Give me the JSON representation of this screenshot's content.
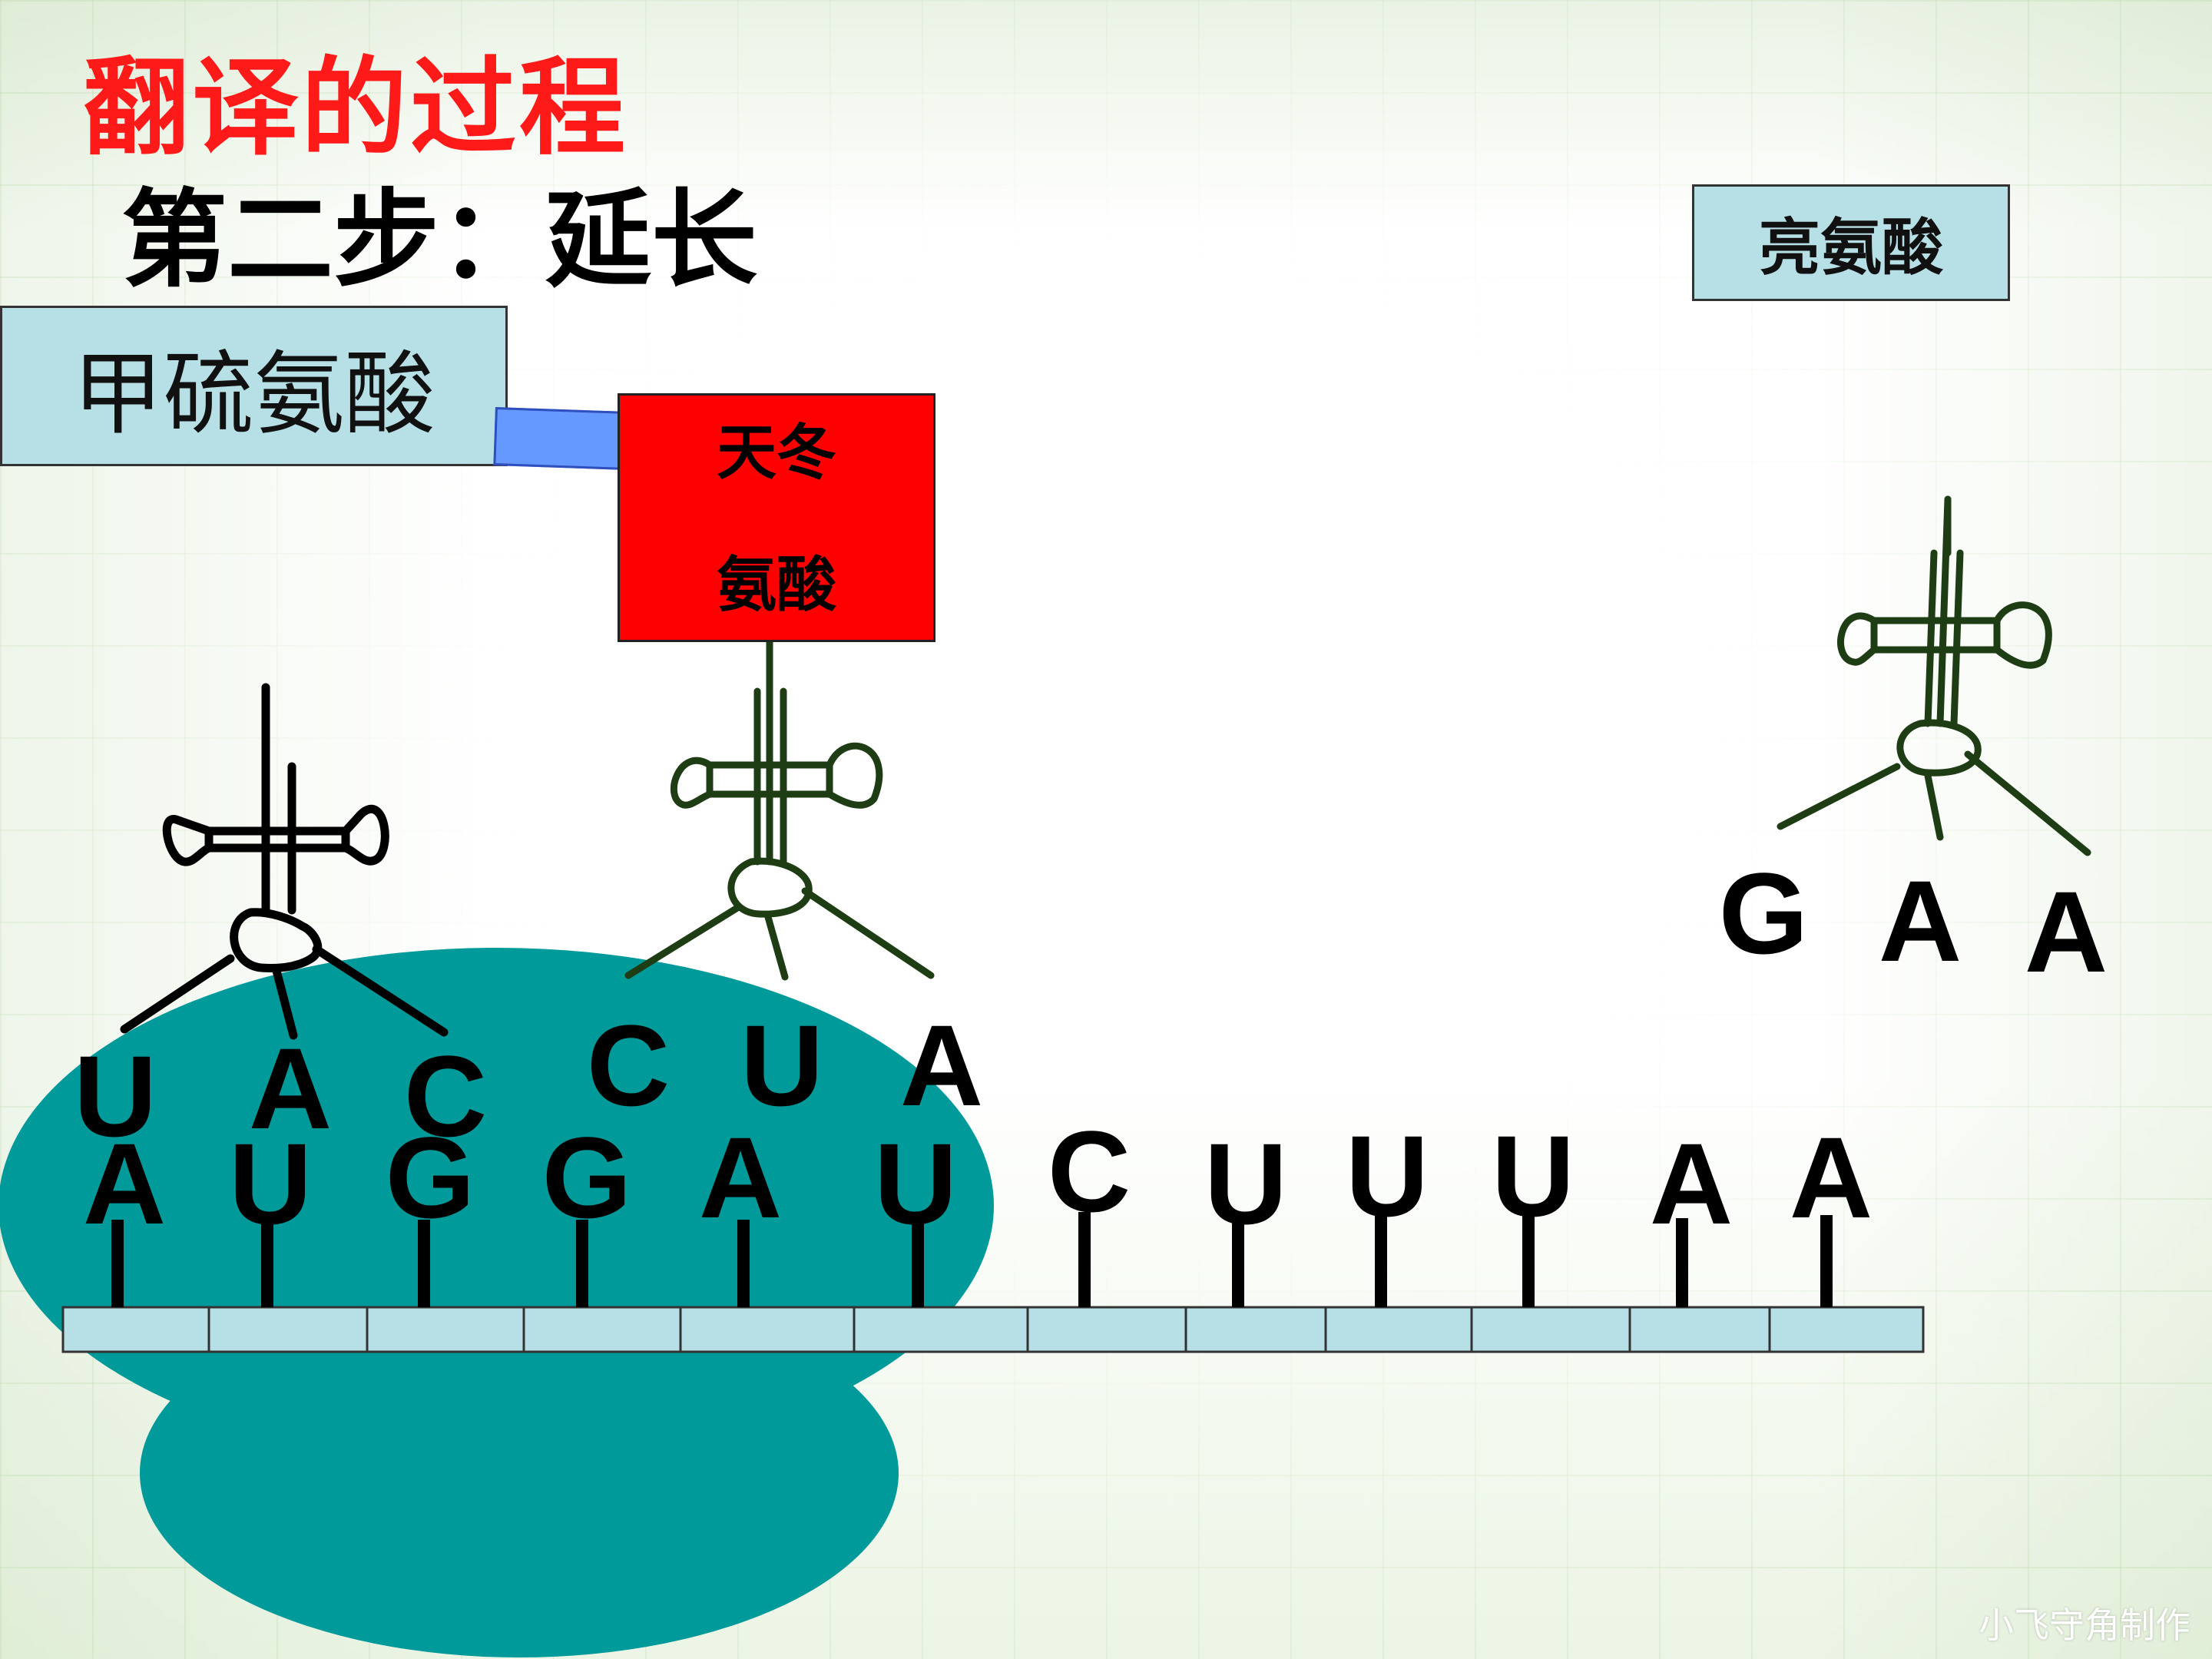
{
  "title": "翻译的过程",
  "subtitle": "第二步：延长",
  "amino_acids": {
    "methionine": "甲硫氨酸",
    "aspartic_line1": "天冬",
    "aspartic_line2": "氨酸",
    "leucine": "亮氨酸"
  },
  "mrna_bases": [
    "A",
    "U",
    "G",
    "G",
    "A",
    "U",
    "C",
    "U",
    "U",
    "U",
    "A",
    "A"
  ],
  "trna1_anticodon": [
    "U",
    "A",
    "C"
  ],
  "trna2_anticodon": [
    "C",
    "U",
    "A"
  ],
  "trna3_anticodon": [
    "G",
    "A",
    "A"
  ],
  "watermark": "小飞守角制作",
  "colors": {
    "title": "#ff1a1a",
    "ribosome": "#009a9a",
    "mrna_segment": "#b7e0e6",
    "label_box": "#b7e0e6",
    "aspartic_box": "#ff0000",
    "connector": "#6699ff",
    "trna_dark": "#1f3d14"
  }
}
